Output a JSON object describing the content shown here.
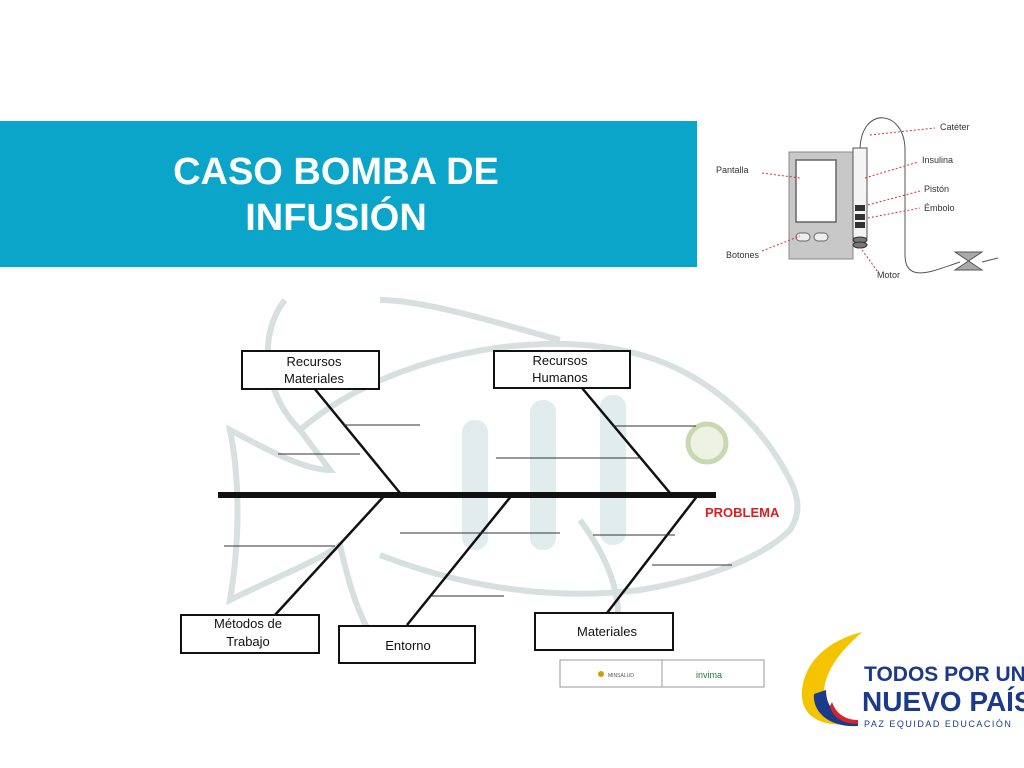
{
  "slide": {
    "title_line1": "CASO BOMBA DE",
    "title_line2": "INFUSIÓN",
    "title_band_color": "#0aa5c8"
  },
  "pump_diagram": {
    "labels": {
      "cateter": "Catéter",
      "insulina": "Insulina",
      "pantalla": "Pantalla",
      "piston": "Pistón",
      "embolo": "Émbolo",
      "botones": "Botones",
      "motor": "Motor"
    },
    "arrow_color": "#e03030"
  },
  "fishbone": {
    "categories": {
      "recursos_materiales_line1": "Recursos",
      "recursos_materiales_line2": "Materiales",
      "recursos_humanos_line1": "Recursos",
      "recursos_humanos_line2": "Humanos",
      "metodos_line1": "Métodos de",
      "metodos_line2": "Trabajo",
      "entorno": "Entorno",
      "materiales": "Materiales"
    },
    "problem": "PROBLEMA",
    "problem_color": "#d82020"
  },
  "footer_logos": {
    "minsalud": "MINSALUD",
    "invima": "invima"
  },
  "brand": {
    "line1": "TODOS POR UN",
    "line2": "NUEVO PAÍS",
    "tagline": "PAZ  EQUIDAD  EDUCACIÓN",
    "color_blue": "#1b3a8c",
    "color_yellow": "#f5c400",
    "color_red": "#d8232a"
  }
}
